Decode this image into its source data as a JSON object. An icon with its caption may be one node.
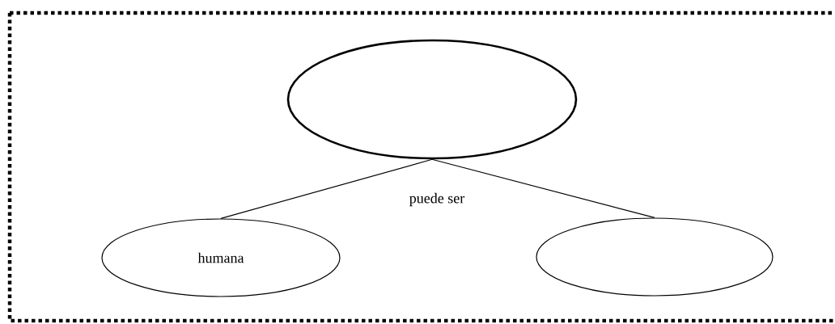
{
  "diagram": {
    "nodes": [
      {
        "text": [],
        "shape": "ellipse"
      },
      {
        "text": [
          "humana"
        ]
      },
      {
        "text": [],
        "shape": "ellipse"
      }
    ],
    "edges": [
      {
        "from": 0,
        "to": 1,
        "arrow": "none"
      },
      {
        "from": 0,
        "to": 2,
        "arrow": "none"
      }
    ],
    "labels": [
      "puede ser"
    ]
  }
}
